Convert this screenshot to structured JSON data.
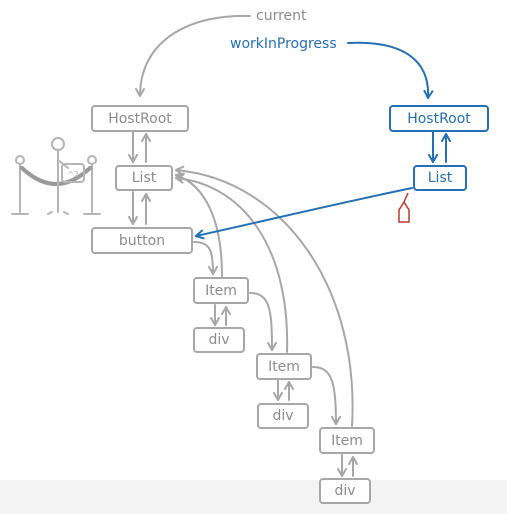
{
  "labels": {
    "current": "current",
    "work_in_progress": "workInProgress"
  },
  "current_tree": {
    "host_root": "HostRoot",
    "list": "List",
    "button": "button",
    "item_1": "Item",
    "div_1": "div",
    "item_2": "Item",
    "div_2": "div",
    "item_3": "Item",
    "div_3": "div"
  },
  "wip_tree": {
    "host_root": "HostRoot",
    "list": "List"
  },
  "colors": {
    "current_tree": "#a7a7a7",
    "current_text": "#8c8c8c",
    "work_in_progress": "#2470b5",
    "tag": "#c0392b"
  }
}
